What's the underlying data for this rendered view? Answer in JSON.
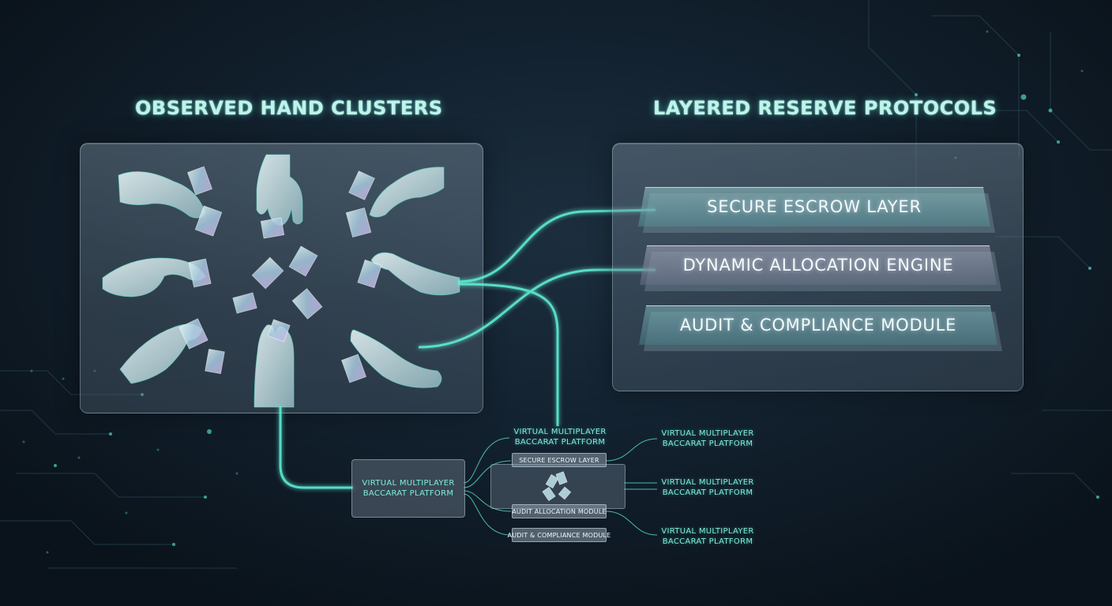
{
  "headings": {
    "left": "OBSERVED HAND CLUSTERS",
    "right": "LAYERED RESERVE PROTOCOLS"
  },
  "reserve_layers": [
    "SECURE ESCROW LAYER",
    "DYNAMIC ALLOCATION ENGINE",
    "AUDIT & COMPLIANCE MODULE"
  ],
  "platform": {
    "line1": "VIRTUAL MULTIPLAYER",
    "line2": "BACCARAT PLATFORM"
  },
  "mini_layers": [
    "SECURE ESCROW LAYER",
    "AUDIT ALLOCATION MODULE",
    "AUDIT & COMPLIANCE MODULE"
  ],
  "colors": {
    "accent": "#5ef0d8",
    "heading": "#bff4ec",
    "background": "#0c1620"
  }
}
